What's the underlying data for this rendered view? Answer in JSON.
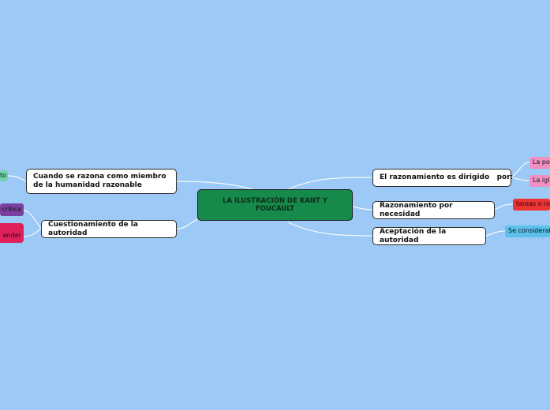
{
  "central": {
    "label": "LA ILUSTRACIÓN DE KANT Y FOUCAULT",
    "color": "#168a4a"
  },
  "right_branches": [
    {
      "label": "El razonamiento es dirigido   por:"
    },
    {
      "label": "Razonamiento por necesidad"
    },
    {
      "label": "Aceptación de la autoridad"
    }
  ],
  "left_branches": [
    {
      "label": "Cuando se razona como miembro de la humanidad razonable"
    },
    {
      "label": "Cuestionamiento de la autoridad"
    }
  ],
  "leaves": [
    {
      "label": "La po",
      "color": "#f08fc0"
    },
    {
      "label": "La igl",
      "color": "#f08fc0"
    },
    {
      "label": "tareas o ro",
      "color": "#ee3333"
    },
    {
      "label": "Se considerab",
      "color": "#5bc0eb"
    },
    {
      "label": "to",
      "color": "#6fd3a8"
    },
    {
      "label": "crítica",
      "color": "#7b3fa0"
    },
    {
      "label": "ender",
      "color": "#e0205a"
    }
  ],
  "colors": {
    "background": "#9cc9f5",
    "link": "#ffffff"
  }
}
